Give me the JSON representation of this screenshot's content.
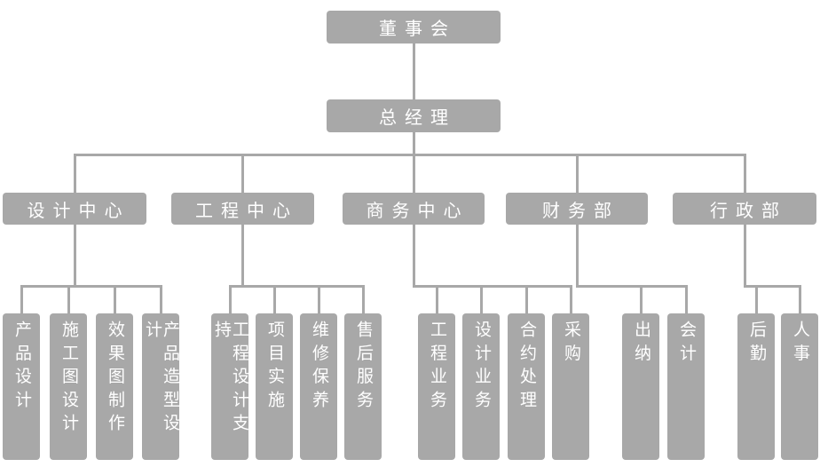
{
  "colors": {
    "node_fill": "#a8a8a8",
    "connector": "#a8a8a8",
    "node_text": "#ffffff",
    "background": "#ffffff"
  },
  "root": {
    "label": "董事会"
  },
  "general_manager": {
    "label": "总经理"
  },
  "departments": [
    {
      "label": "设计中心",
      "children": [
        "产品设计",
        "施工图设计",
        "效果图制作",
        "产品造型设计"
      ]
    },
    {
      "label": "工程中心",
      "children": [
        "工程设计支持",
        "项目实施",
        "维修保养",
        "售后服务"
      ]
    },
    {
      "label": "商务中心",
      "children": [
        "工程业务",
        "设计业务",
        "合约处理",
        "采购"
      ]
    },
    {
      "label": "财务部",
      "children": [
        "出纳",
        "会计"
      ]
    },
    {
      "label": "行政部",
      "children": [
        "后勤",
        "人事"
      ]
    }
  ]
}
